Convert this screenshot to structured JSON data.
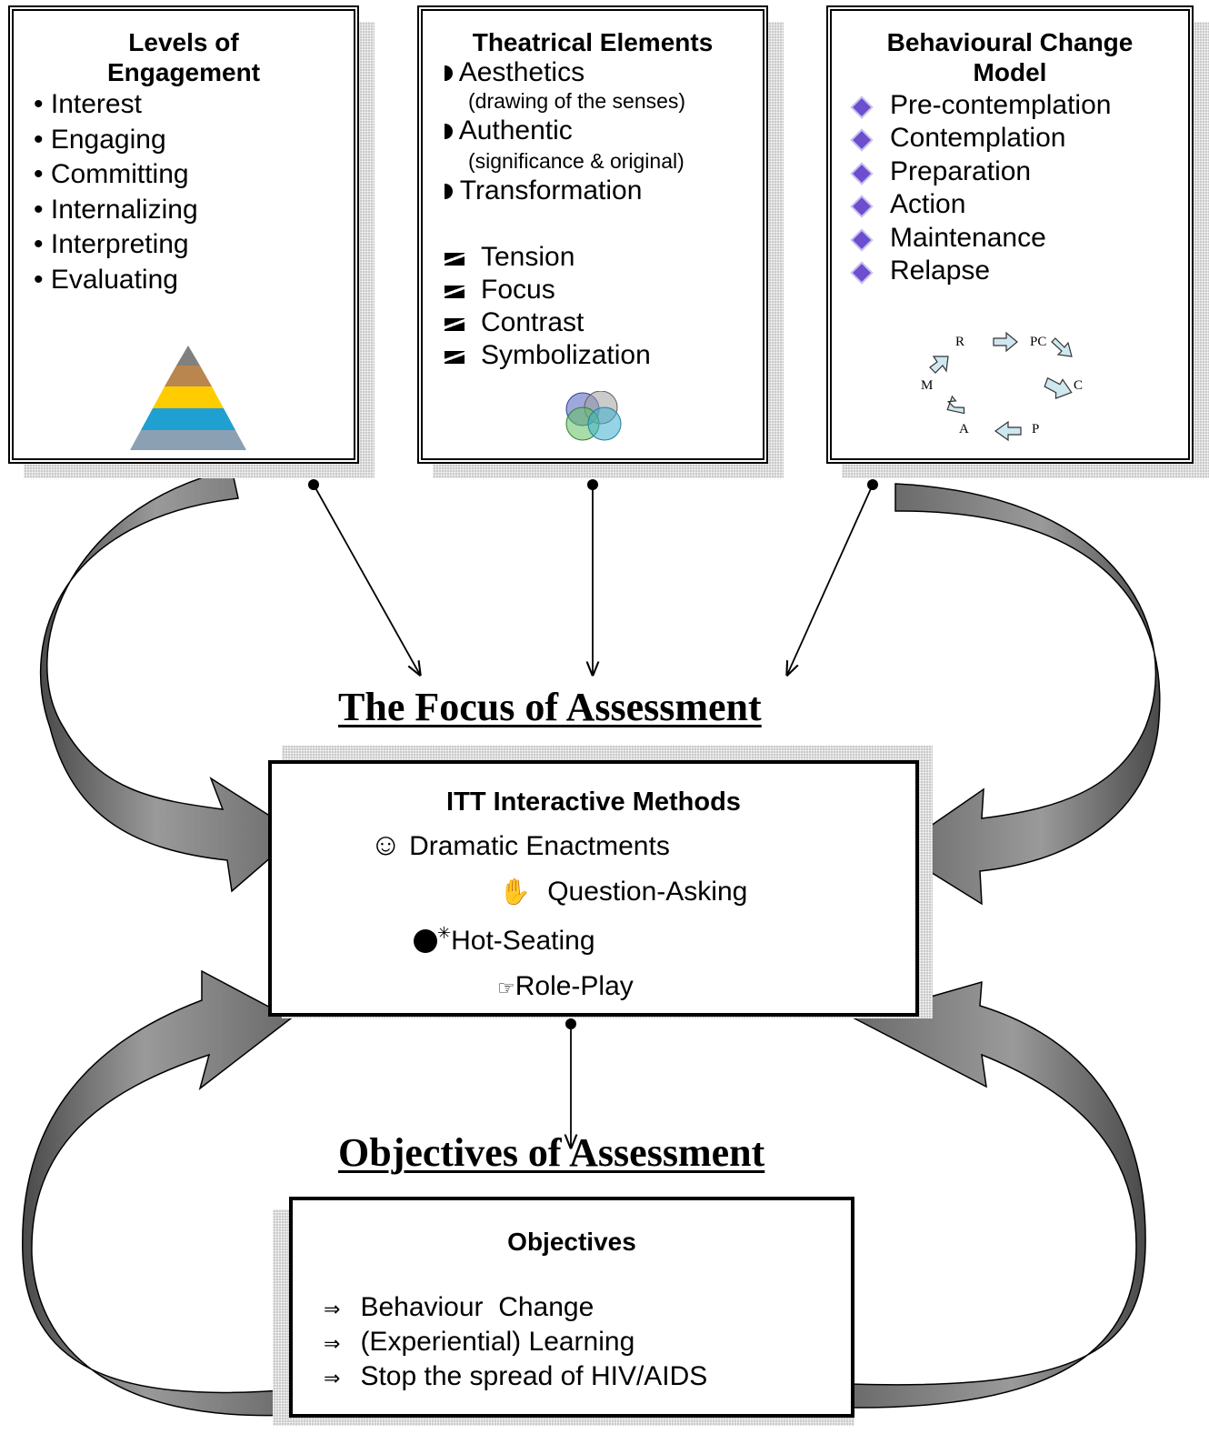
{
  "engagement": {
    "title_line1": "Levels of",
    "title_line2": "Engagement",
    "items": [
      "Interest",
      "Engaging",
      "Committing",
      "Internalizing",
      "Interpreting",
      "Evaluating"
    ]
  },
  "theatrical": {
    "title": "Theatrical Elements",
    "group1": [
      {
        "label": "Aesthetics",
        "sub": "(drawing of the senses)"
      },
      {
        "label": "Authentic",
        "sub": "(significance & original)"
      },
      {
        "label": "Transformation",
        "sub": ""
      }
    ],
    "group2": [
      "Tension",
      "Focus",
      "Contrast",
      "Symbolization"
    ]
  },
  "behavioural": {
    "title_line1": "Behavioural Change",
    "title_line2": "Model",
    "items": [
      "Pre-contemplation",
      "Contemplation",
      "Preparation",
      "Action",
      "Maintenance",
      "Relapse"
    ],
    "cycle": {
      "r": "R",
      "pc": "PC",
      "c": "C",
      "p": "P",
      "a": "A",
      "m": "M"
    }
  },
  "focus_heading": "The Focus of Assessment",
  "methods": {
    "title": "ITT Interactive Methods",
    "items": [
      "Dramatic Enactments",
      "Question-Asking",
      "Hot-Seating",
      "Role-Play"
    ]
  },
  "objectives_heading": "Objectives of Assessment",
  "objectives": {
    "title": "Objectives",
    "items": [
      "Behaviour  Change",
      "(Experiential) Learning",
      "Stop the spread of HIV/AIDS"
    ]
  },
  "colors": {
    "pyramid": [
      "#808080",
      "#b8864e",
      "#ffcc00",
      "#20a0d0",
      "#8ca0b4"
    ],
    "diamond": "#6b4fcf",
    "arrow_gray": "#7a7a7a"
  },
  "icons": {
    "engagement_bullet": "bullet-icon",
    "theatrical_group1": "half-circle-bullet-icon",
    "theatrical_group2": "slanted-stroke-bullet-icon",
    "behavioural_bullet": "purple-diamond-icon",
    "methods": [
      "smiley-icon",
      "raised-hand-icon",
      "bomb-icon",
      "pointing-hand-icon"
    ],
    "objectives_bullet": "double-arrow-icon"
  }
}
